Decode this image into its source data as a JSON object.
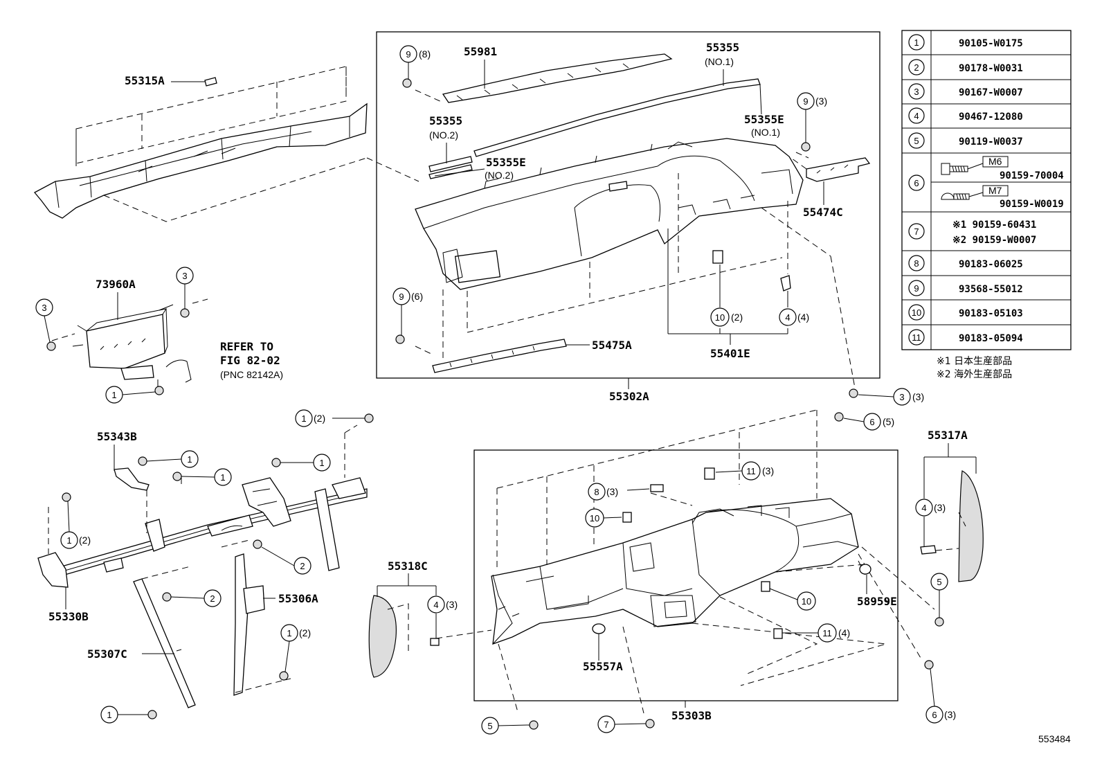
{
  "diagram_id": "553484",
  "part_labels": {
    "p55315A": "55315A",
    "p73960A": "73960A",
    "p55981": "55981",
    "p55355_1": "55355",
    "p55355_1_sub": "(NO.1)",
    "p55355_2": "55355",
    "p55355_2_sub": "(NO.2)",
    "p55355E_1": "55355E",
    "p55355E_1_sub": "(NO.1)",
    "p55355E_2": "55355E",
    "p55355E_2_sub": "(NO.2)",
    "p55474C": "55474C",
    "p55475A": "55475A",
    "p55401E": "55401E",
    "p55302A": "55302A",
    "p55343B": "55343B",
    "p55330B": "55330B",
    "p55307C": "55307C",
    "p55306A": "55306A",
    "p55318C": "55318C",
    "p55557A": "55557A",
    "p55303B": "55303B",
    "p55317A": "55317A",
    "p58959E": "58959E"
  },
  "refer": {
    "line1": "REFER TO",
    "line2": "FIG 82-02",
    "line3": "(PNC 82142A)"
  },
  "callouts": {
    "c9_8": {
      "num": "9",
      "qty": "(8)"
    },
    "c9_3": {
      "num": "9",
      "qty": "(3)"
    },
    "c9_6": {
      "num": "9",
      "qty": "(6)"
    },
    "c10_2": {
      "num": "10",
      "qty": "(2)"
    },
    "c4_4": {
      "num": "4",
      "qty": "(4)"
    },
    "c3_a": {
      "num": "3",
      "qty": ""
    },
    "c3_b": {
      "num": "3",
      "qty": ""
    },
    "c1_a": {
      "num": "1",
      "qty": ""
    },
    "c3_3": {
      "num": "3",
      "qty": "(3)"
    },
    "c6_5": {
      "num": "6",
      "qty": "(5)"
    },
    "c1_2a": {
      "num": "1",
      "qty": "(2)"
    },
    "c1_b": {
      "num": "1",
      "qty": ""
    },
    "c1_c": {
      "num": "1",
      "qty": ""
    },
    "c1_d": {
      "num": "1",
      "qty": ""
    },
    "c1_2b": {
      "num": "1",
      "qty": "(2)"
    },
    "c2_a": {
      "num": "2",
      "qty": ""
    },
    "c2_b": {
      "num": "2",
      "qty": ""
    },
    "c1_2c": {
      "num": "1",
      "qty": "(2)"
    },
    "c1_e": {
      "num": "1",
      "qty": ""
    },
    "c11_3": {
      "num": "11",
      "qty": "(3)"
    },
    "c8_3": {
      "num": "8",
      "qty": "(3)"
    },
    "c10_a": {
      "num": "10",
      "qty": ""
    },
    "c10_b": {
      "num": "10",
      "qty": ""
    },
    "c11_4": {
      "num": "11",
      "qty": "(4)"
    },
    "c4_3a": {
      "num": "4",
      "qty": "(3)"
    },
    "c4_3b": {
      "num": "4",
      "qty": "(3)"
    },
    "c5_a": {
      "num": "5",
      "qty": ""
    },
    "c5_b": {
      "num": "5",
      "qty": ""
    },
    "c6_3": {
      "num": "6",
      "qty": "(3)"
    },
    "c7": {
      "num": "7",
      "qty": ""
    }
  },
  "parts_table": [
    {
      "num": "1",
      "part": "90105-W0175"
    },
    {
      "num": "2",
      "part": "90178-W0031"
    },
    {
      "num": "3",
      "part": "90167-W0007"
    },
    {
      "num": "4",
      "part": "90467-12080"
    },
    {
      "num": "5",
      "part": "90119-W0037"
    },
    {
      "num": "6",
      "m6": "M6",
      "part_a": "90159-70004",
      "m7": "M7",
      "part_b": "90159-W0019"
    },
    {
      "num": "7",
      "part_a": "※1 90159-60431",
      "part_b": "※2 90159-W0007"
    },
    {
      "num": "8",
      "part": "90183-06025"
    },
    {
      "num": "9",
      "part": "93568-55012"
    },
    {
      "num": "10",
      "part": "90183-05103"
    },
    {
      "num": "11",
      "part": "90183-05094"
    }
  ],
  "notes": {
    "n1": "※1 日本生産部品",
    "n2": "※2 海外生産部品"
  }
}
